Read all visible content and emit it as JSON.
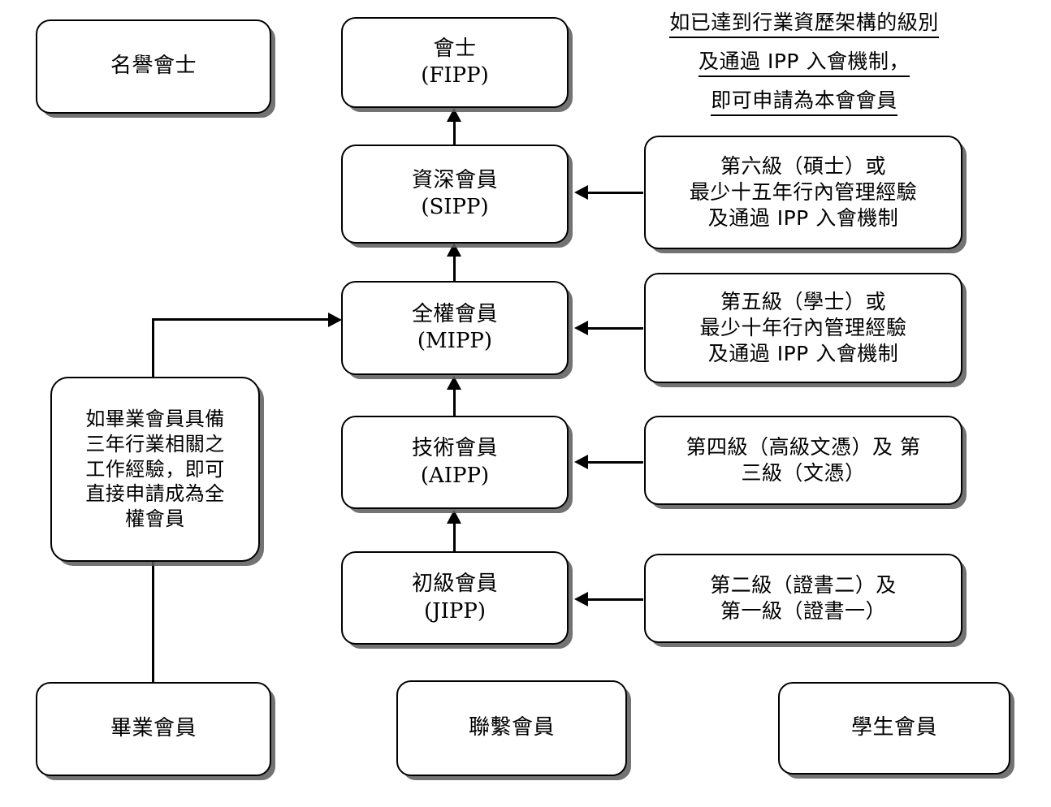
{
  "diagram": {
    "title_note": {
      "lines": [
        "如已達到行業資歷架構的級別",
        "及通過 IPP 入會機制，",
        "即可申請為本會會員"
      ]
    },
    "honorary": {
      "label": "名譽會士"
    },
    "ladder": [
      {
        "id": "fipp",
        "cjk": "會士",
        "code": "(FIPP)"
      },
      {
        "id": "sipp",
        "cjk": "資深會員",
        "code": "(SIPP)"
      },
      {
        "id": "mipp",
        "cjk": "全權會員",
        "code": "(MIPP)"
      },
      {
        "id": "aipp",
        "cjk": "技術會員",
        "code": "(AIPP)"
      },
      {
        "id": "jipp",
        "cjk": "初級會員",
        "code": "(JIPP)"
      }
    ],
    "requirements": [
      {
        "id": "req-sipp",
        "lines": [
          "第六級（碩士）或",
          "最少十五年行內管理經驗",
          "及通過 IPP 入會機制"
        ]
      },
      {
        "id": "req-mipp",
        "lines": [
          "第五級（學士）或",
          "最少十年行內管理經驗",
          "及通過 IPP 入會機制"
        ]
      },
      {
        "id": "req-aipp",
        "lines": [
          "第四級（高級文憑）及 第",
          "三級（文憑）"
        ]
      },
      {
        "id": "req-jipp",
        "lines": [
          "第二級（證書二）及",
          "第一級（證書一）"
        ]
      }
    ],
    "side_note": {
      "lines": [
        "如畢業會員具備",
        "三年行業相關之",
        "工作經驗，即可",
        "直接申請成為全",
        "權會員"
      ]
    },
    "bottom_row": [
      {
        "id": "graduate",
        "label": "畢業會員"
      },
      {
        "id": "associate",
        "label": "聯繫會員"
      },
      {
        "id": "student",
        "label": "學生會員"
      }
    ],
    "colors": {
      "line": "#000000",
      "box_fill": "#ffffff",
      "shadow": "#5a5a5a"
    }
  }
}
